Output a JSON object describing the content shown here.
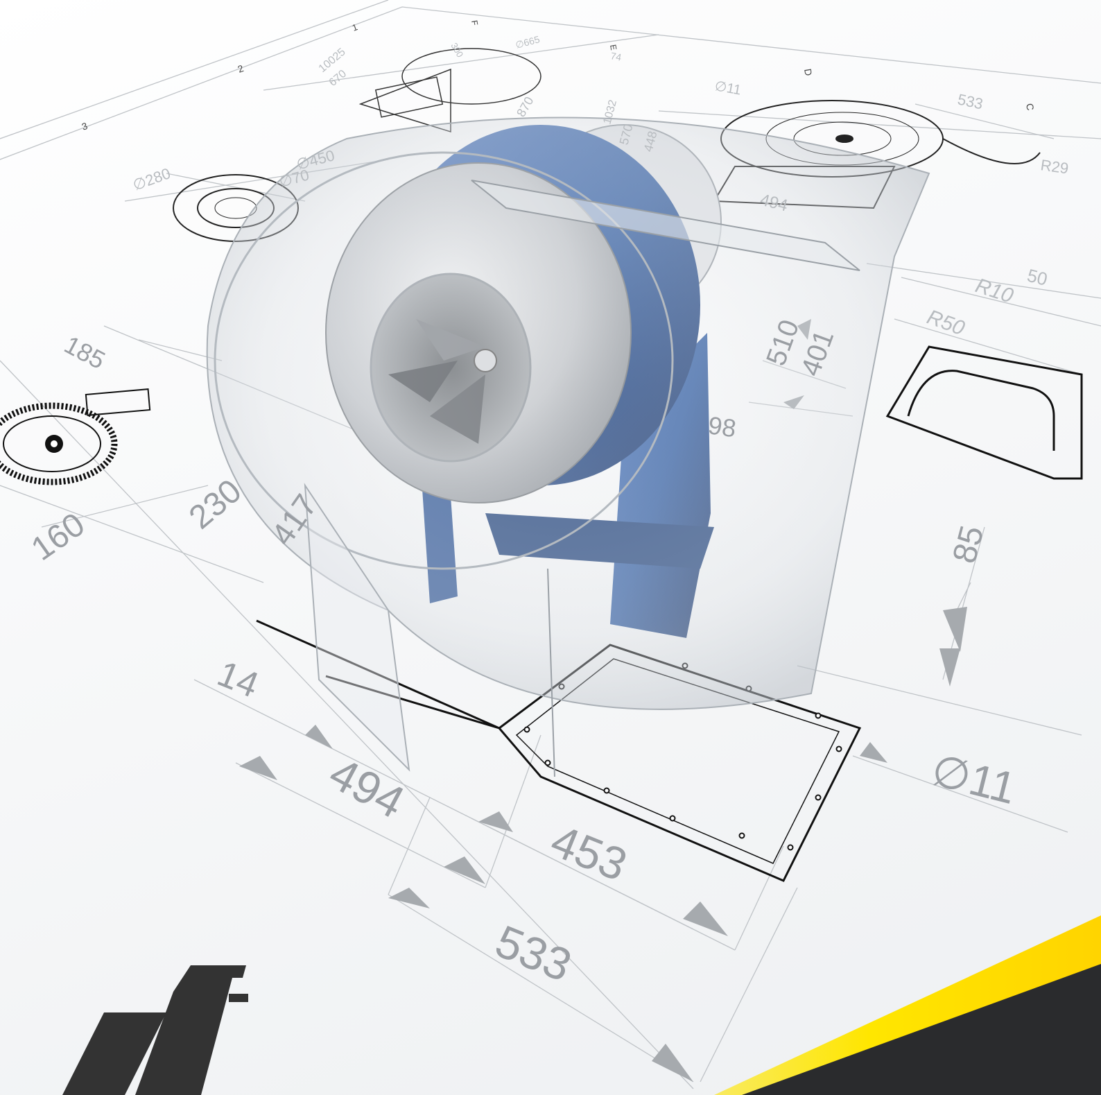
{
  "colors": {
    "paper": "#ffffff",
    "drawing_line": "#b5b9bd",
    "drawing_dark": "#111111",
    "dimension_text": "#9a9ea3",
    "fan_blue": "#3f68a8",
    "steel": "#c8cbcf",
    "logo": "#333333",
    "accent_yellow": "#ffe600",
    "accent_dark": "#2a2b2d"
  },
  "dimensions": {
    "d_533_bottom": "533",
    "d_453": "453",
    "d_494_bottom": "494",
    "d_14": "14",
    "d_phi11_bottom": "∅11",
    "d_85": "85",
    "d_160": "160",
    "d_230": "230",
    "d_185": "185",
    "d_417": "417",
    "d_510": "510",
    "d_401": "401",
    "d_498": "98",
    "d_r50": "R50",
    "d_r10": "R10",
    "d_50": "50",
    "d_494_top": "494",
    "d_533_top": "533",
    "d_r293": "R29",
    "d_phi11_top": "∅11",
    "d_phi280": "∅280",
    "d_phi450": "∅450",
    "d_phi70": "∅70",
    "d_448": "448",
    "d_570": "570",
    "d_870": "870",
    "d_1032": "1032",
    "d_10025": "10025",
    "d_670": "670",
    "d_phi665": "∅665",
    "d_74": "74",
    "d_300": "300",
    "grid_1": "1",
    "grid_2": "2",
    "grid_3": "3",
    "grid_c": "C",
    "grid_d": "D",
    "grid_e": "E",
    "grid_f": "F"
  },
  "icons": {
    "logo": "company-logo-slashes",
    "fan": "centrifugal-fan-render"
  }
}
